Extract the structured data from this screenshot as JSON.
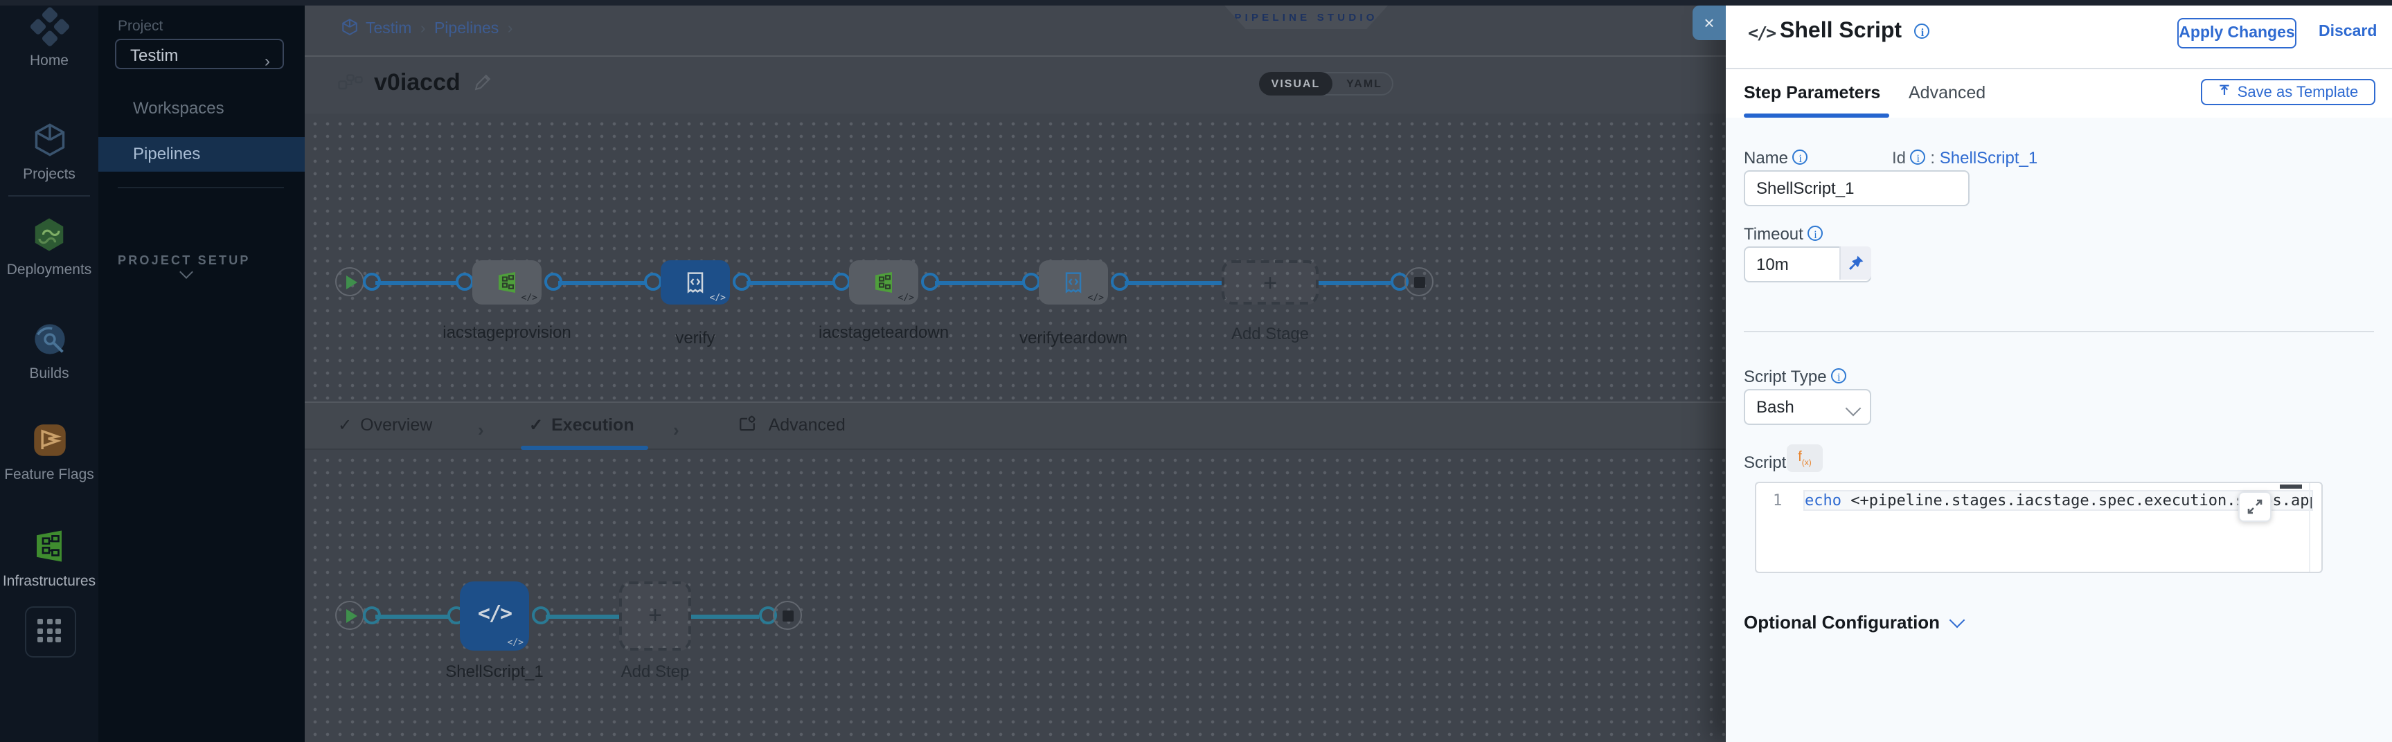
{
  "colors": {
    "accent_blue": "#2e6ad1",
    "node_blue": "#1d4f89",
    "green": "#4f9f3c",
    "canvas_bg": "#3f444c",
    "rail_bg": "#0e1621"
  },
  "icons": {
    "close": "×",
    "code_glyph": "</>",
    "plus": "+",
    "check": "✓",
    "chevron_right": "›",
    "mini_code": "</>"
  },
  "rail": {
    "items": [
      {
        "label": "Home"
      },
      {
        "label": "Projects"
      },
      {
        "label": "Deployments"
      },
      {
        "label": "Builds"
      },
      {
        "label": "Feature Flags"
      },
      {
        "label": "Infrastructures"
      }
    ]
  },
  "project_panel": {
    "project_label": "Project",
    "project_name": "Testim",
    "workspaces_label": "Workspaces",
    "pipelines_label": "Pipelines",
    "setup_label": "PROJECT SETUP"
  },
  "header": {
    "breadcrumb": {
      "project": "Testim",
      "section": "Pipelines",
      "sep1": "›",
      "sep2": "›"
    },
    "badge": "PIPELINE STUDIO",
    "pipeline_name": "v0iaccd",
    "toggle": {
      "visual": "VISUAL",
      "yaml": "YAML"
    }
  },
  "stage_canvas": {
    "stages": [
      {
        "label": "iacstageprovision"
      },
      {
        "label": "verify"
      },
      {
        "label": "iacstageteardown"
      },
      {
        "label": "verifyteardown"
      }
    ],
    "add_stage_label": "Add Stage"
  },
  "exec_tabs": {
    "overview": "Overview",
    "execution": "Execution",
    "advanced": "Advanced"
  },
  "step_canvas": {
    "step_label": "ShellScript_1",
    "add_step_label": "Add Step"
  },
  "drawer": {
    "title": "Shell Script",
    "apply_label": "Apply Changes",
    "discard_label": "Discard",
    "tab_step_params": "Step Parameters",
    "tab_advanced": "Advanced",
    "save_template_label": "Save as Template",
    "name_label": "Name",
    "name_value": "ShellScript_1",
    "id_label": "Id",
    "id_sep": ":",
    "id_value": "ShellScript_1",
    "timeout_label": "Timeout",
    "timeout_value": "10m",
    "script_type_label": "Script Type",
    "script_type_value": "Bash",
    "script_label": "Script",
    "fx_label": "f",
    "fx_sub": "(x)",
    "code_line_number": "1",
    "code_keyword": "echo",
    "code_rest": " <+pipeline.stages.iacstage.spec.execution.steps.appl",
    "optional_label": "Optional Configuration"
  }
}
